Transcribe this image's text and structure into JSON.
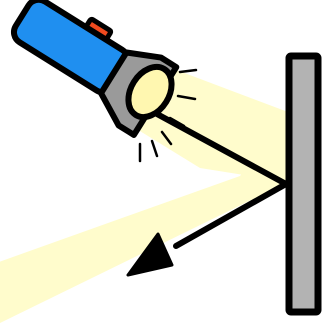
{
  "scene": {
    "subject": "flashlight",
    "surface": "mirror",
    "ray": "reflected",
    "icons": [
      "flashlight-icon",
      "mirror-icon",
      "incident-ray-arrow",
      "reflected-ray-arrow"
    ]
  },
  "colors": {
    "flashlight_body": "#1f8ff0",
    "flashlight_switch": "#f04a1e",
    "flashlight_head": "#9a9a9a",
    "lens": "#fff7b0",
    "beam": "#fffccc",
    "mirror": "#b3b3b3",
    "outline": "#000000"
  }
}
